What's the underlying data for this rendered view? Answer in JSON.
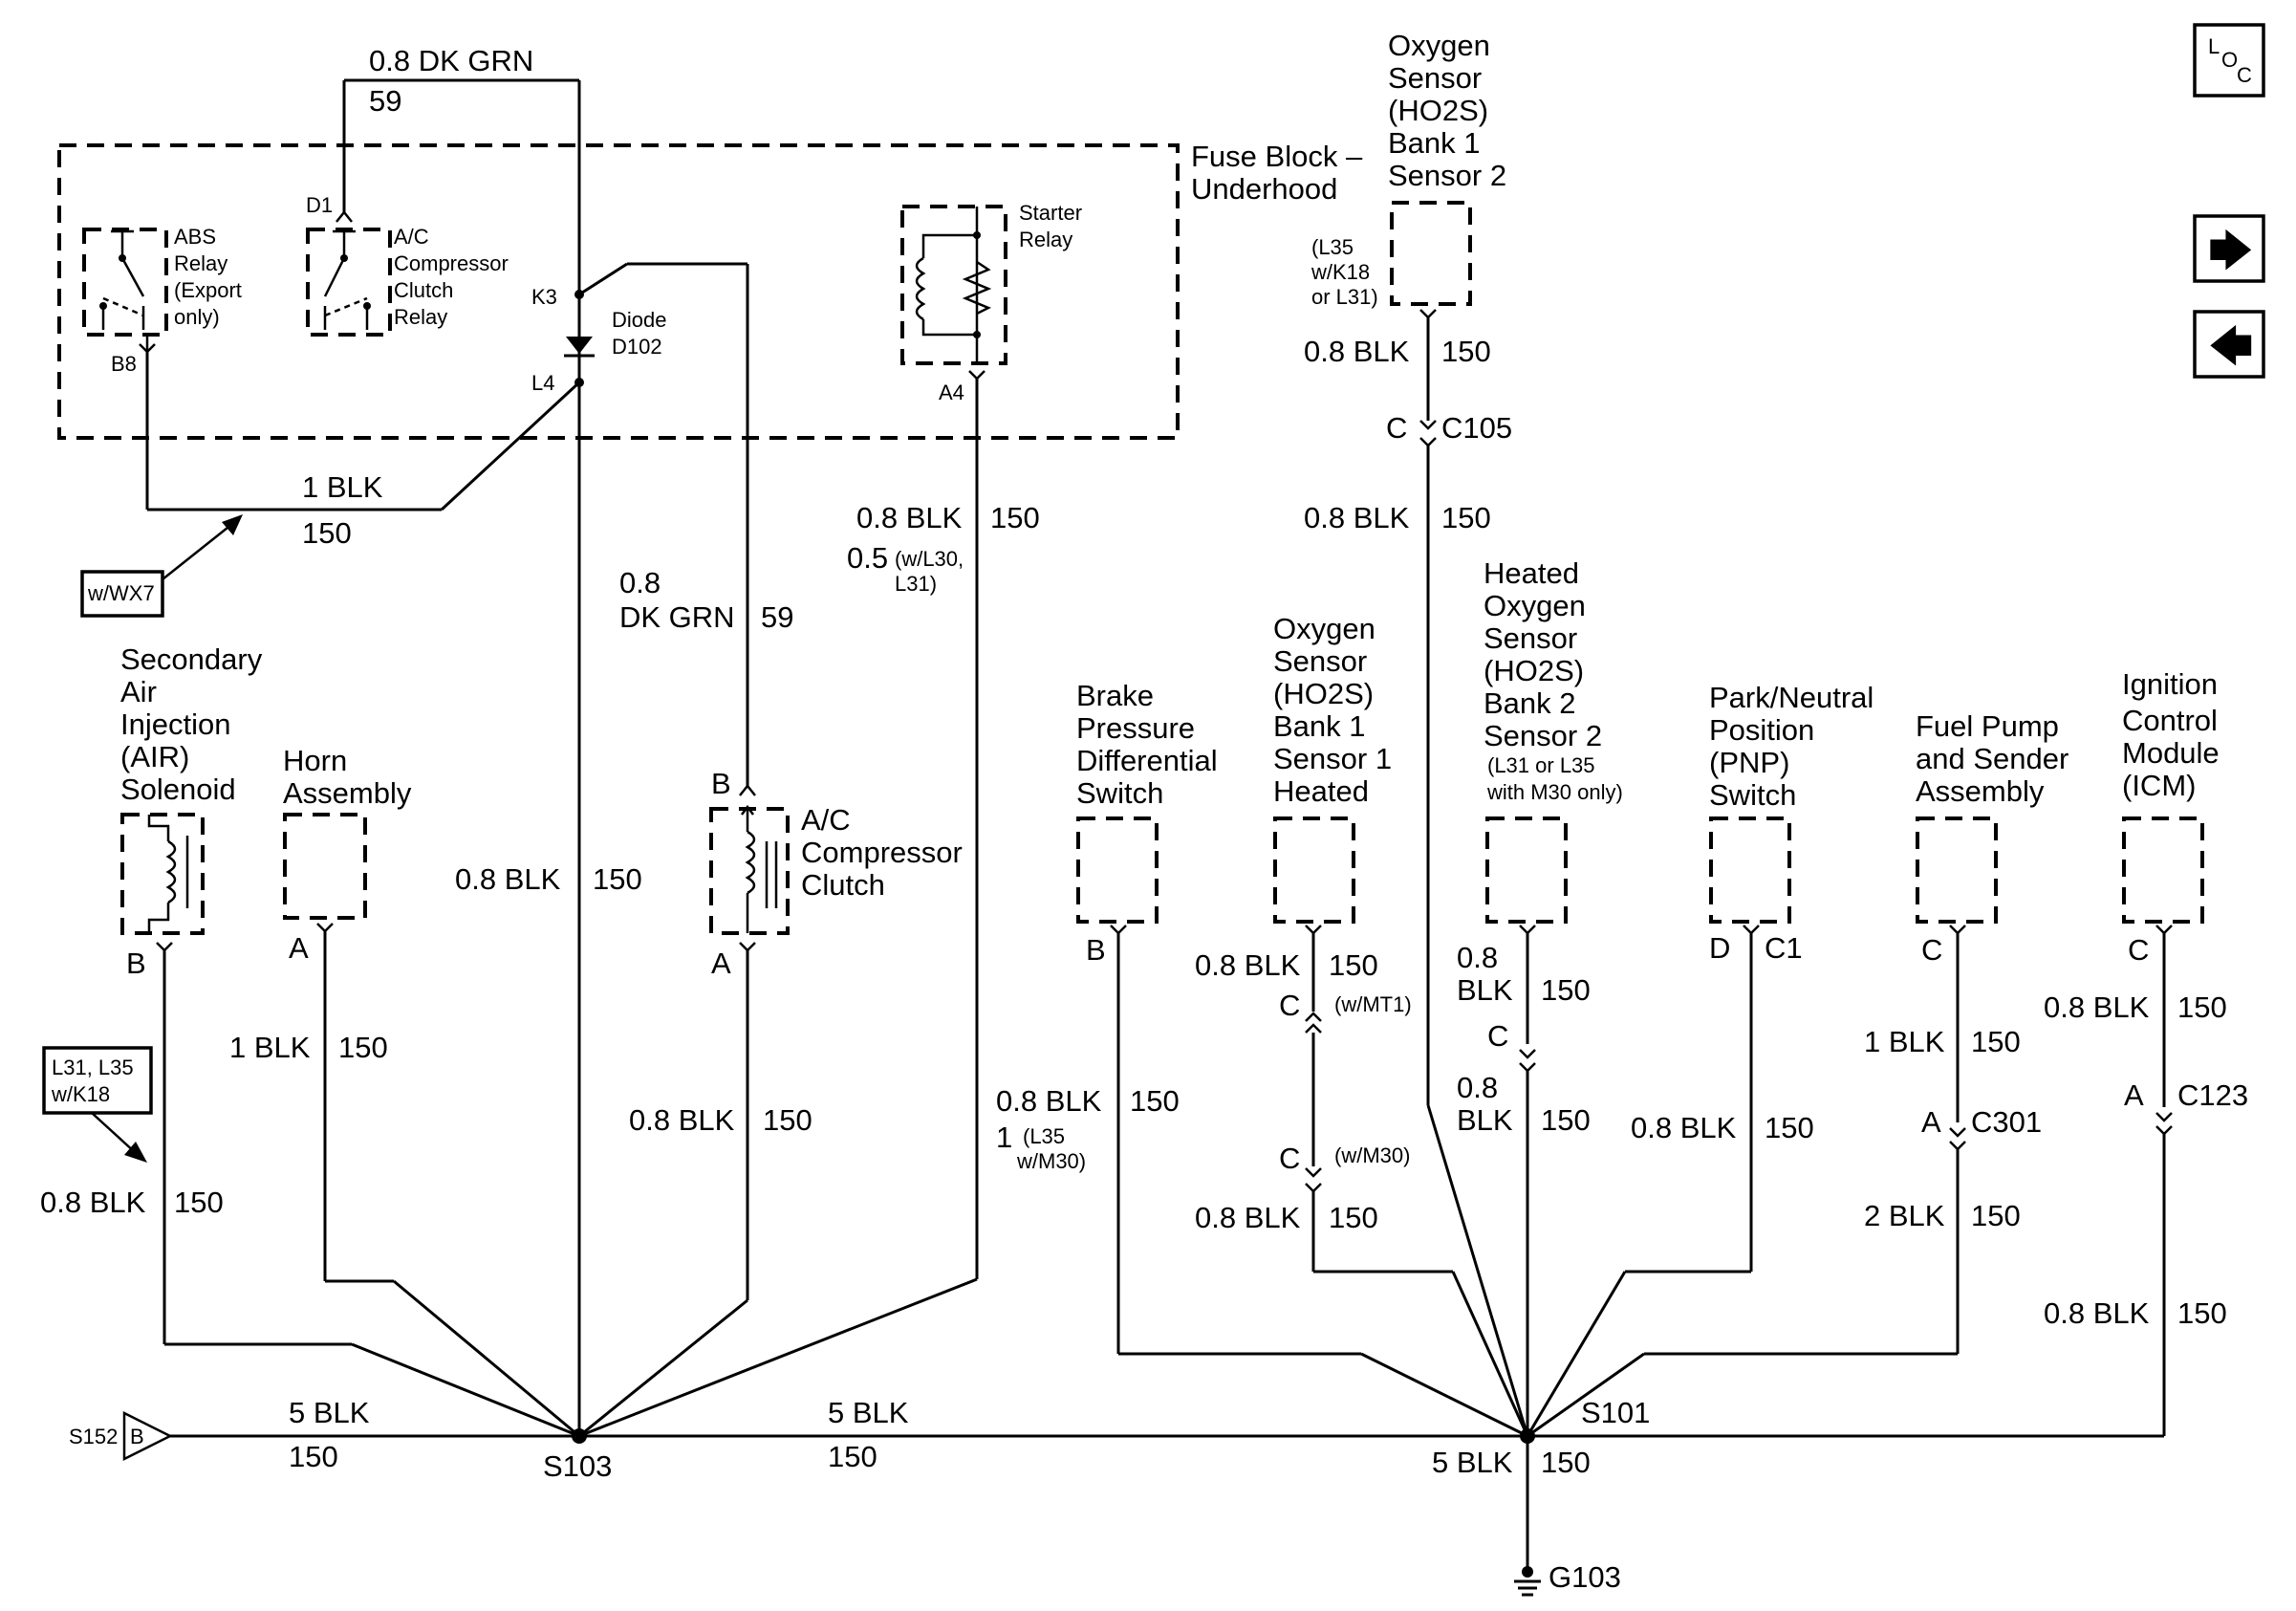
{
  "fuse_block": {
    "title": [
      "Fuse Block –",
      "Underhood"
    ]
  },
  "abs_relay": {
    "label": [
      "ABS",
      "Relay",
      "(Export",
      "only)"
    ],
    "pin": "B8"
  },
  "ac_relay": {
    "label": [
      "A/C",
      "Compressor",
      "Clutch",
      "Relay"
    ],
    "pin": "D1"
  },
  "diode": {
    "label": [
      "Diode",
      "D102"
    ],
    "pin_top": "K3",
    "pin_bottom": "L4"
  },
  "starter_relay": {
    "label": [
      "Starter",
      "Relay"
    ],
    "pin": "A4"
  },
  "top_wire": {
    "size_color": "0.8 DK GRN",
    "circuit": "59"
  },
  "abs_wire": {
    "size_color": "1 BLK",
    "circuit": "150"
  },
  "wx7_note": "w/WX7",
  "ac_clutch_feed": {
    "size": "0.8",
    "color": "DK GRN",
    "circuit": "59"
  },
  "starter_wire": {
    "size_color": "0.8 BLK",
    "circuit": "150",
    "alt_size": "0.5",
    "alt_note": [
      "(w/L30,",
      "L31)"
    ]
  },
  "ho2s_b1s2": {
    "label": [
      "Oxygen",
      "Sensor",
      "(HO2S)",
      "Bank 1",
      "Sensor 2"
    ],
    "option": [
      "(L35",
      "w/K18",
      "or L31)"
    ],
    "wire1": "0.8 BLK",
    "circuit1": "150",
    "conn_pin": "C",
    "conn": "C105",
    "wire2": "0.8 BLK",
    "circuit2": "150"
  },
  "air_solenoid": {
    "label": [
      "Secondary",
      "Air",
      "Injection",
      "(AIR)",
      "Solenoid"
    ],
    "pin": "B",
    "note": [
      "L31, L35",
      "w/K18"
    ],
    "wire": "0.8 BLK",
    "circuit": "150"
  },
  "horn": {
    "label": [
      "Horn",
      "Assembly"
    ],
    "pin": "A",
    "wire": "1 BLK",
    "circuit": "150"
  },
  "center_wire": {
    "wire": "0.8 BLK",
    "circuit": "150"
  },
  "ac_clutch": {
    "label": [
      "A/C",
      "Compressor",
      "Clutch"
    ],
    "pin_top": "B",
    "pin_bottom": "A",
    "wire": "0.8 BLK",
    "circuit": "150"
  },
  "starter_return": {
    "wire": "0.8 BLK",
    "circuit": "150",
    "alt_size": "1",
    "alt_note": [
      "(L35",
      "w/M30)"
    ]
  },
  "brake_switch": {
    "label": [
      "Brake",
      "Pressure",
      "Differential",
      "Switch"
    ],
    "pin": "B"
  },
  "ho2s_b1s1": {
    "label": [
      "Oxygen",
      "Sensor",
      "(HO2S)",
      "Bank 1",
      "Sensor 1",
      "Heated"
    ],
    "wire1": "0.8 BLK",
    "circuit1": "150",
    "pin1": "C",
    "note1": "(w/MT1)",
    "pin2": "C",
    "note2": "(w/M30)",
    "wire2": "0.8 BLK",
    "circuit2": "150"
  },
  "ho2s_b2s2": {
    "label": [
      "Heated",
      "Oxygen",
      "Sensor",
      "(HO2S)",
      "Bank 2",
      "Sensor 2"
    ],
    "option": "(L31 or L35",
    "option2": "with M30 only)",
    "size1": "0.8",
    "color1": "BLK",
    "circuit1": "150",
    "pin": "C",
    "size2": "0.8",
    "color2": "BLK",
    "circuit2": "150"
  },
  "pnp_switch": {
    "label": [
      "Park/Neutral",
      "Position",
      "(PNP)",
      "Switch"
    ],
    "pin": "D",
    "conn": "C1",
    "wire": "0.8 BLK",
    "circuit": "150"
  },
  "fuel_pump": {
    "label": [
      "Fuel Pump",
      "and Sender",
      "Assembly"
    ],
    "pin": "C",
    "wire1": "1 BLK",
    "circuit1": "150",
    "conn_pin": "A",
    "conn": "C301",
    "wire2": "2 BLK",
    "circuit2": "150"
  },
  "icm": {
    "label": [
      "Ignition",
      "Control",
      "Module",
      "(ICM)"
    ],
    "pin": "C",
    "wire1": "0.8 BLK",
    "circuit1": "150",
    "conn_pin": "A",
    "conn": "C123",
    "wire2": "0.8 BLK",
    "circuit2": "150"
  },
  "bus": {
    "s152": "S152",
    "s152_pin": "B",
    "left_wire": "5 BLK",
    "left_circuit": "150",
    "s103": "S103",
    "mid_wire": "5 BLK",
    "mid_circuit": "150",
    "s101": "S101",
    "ground_wire": "5 BLK",
    "ground_circuit": "150",
    "ground": "G103"
  },
  "nav": {
    "loc_l": "L",
    "loc_o": "O",
    "loc_c": "C",
    "next_glyph": "🡆",
    "prev_glyph": "🡄"
  }
}
